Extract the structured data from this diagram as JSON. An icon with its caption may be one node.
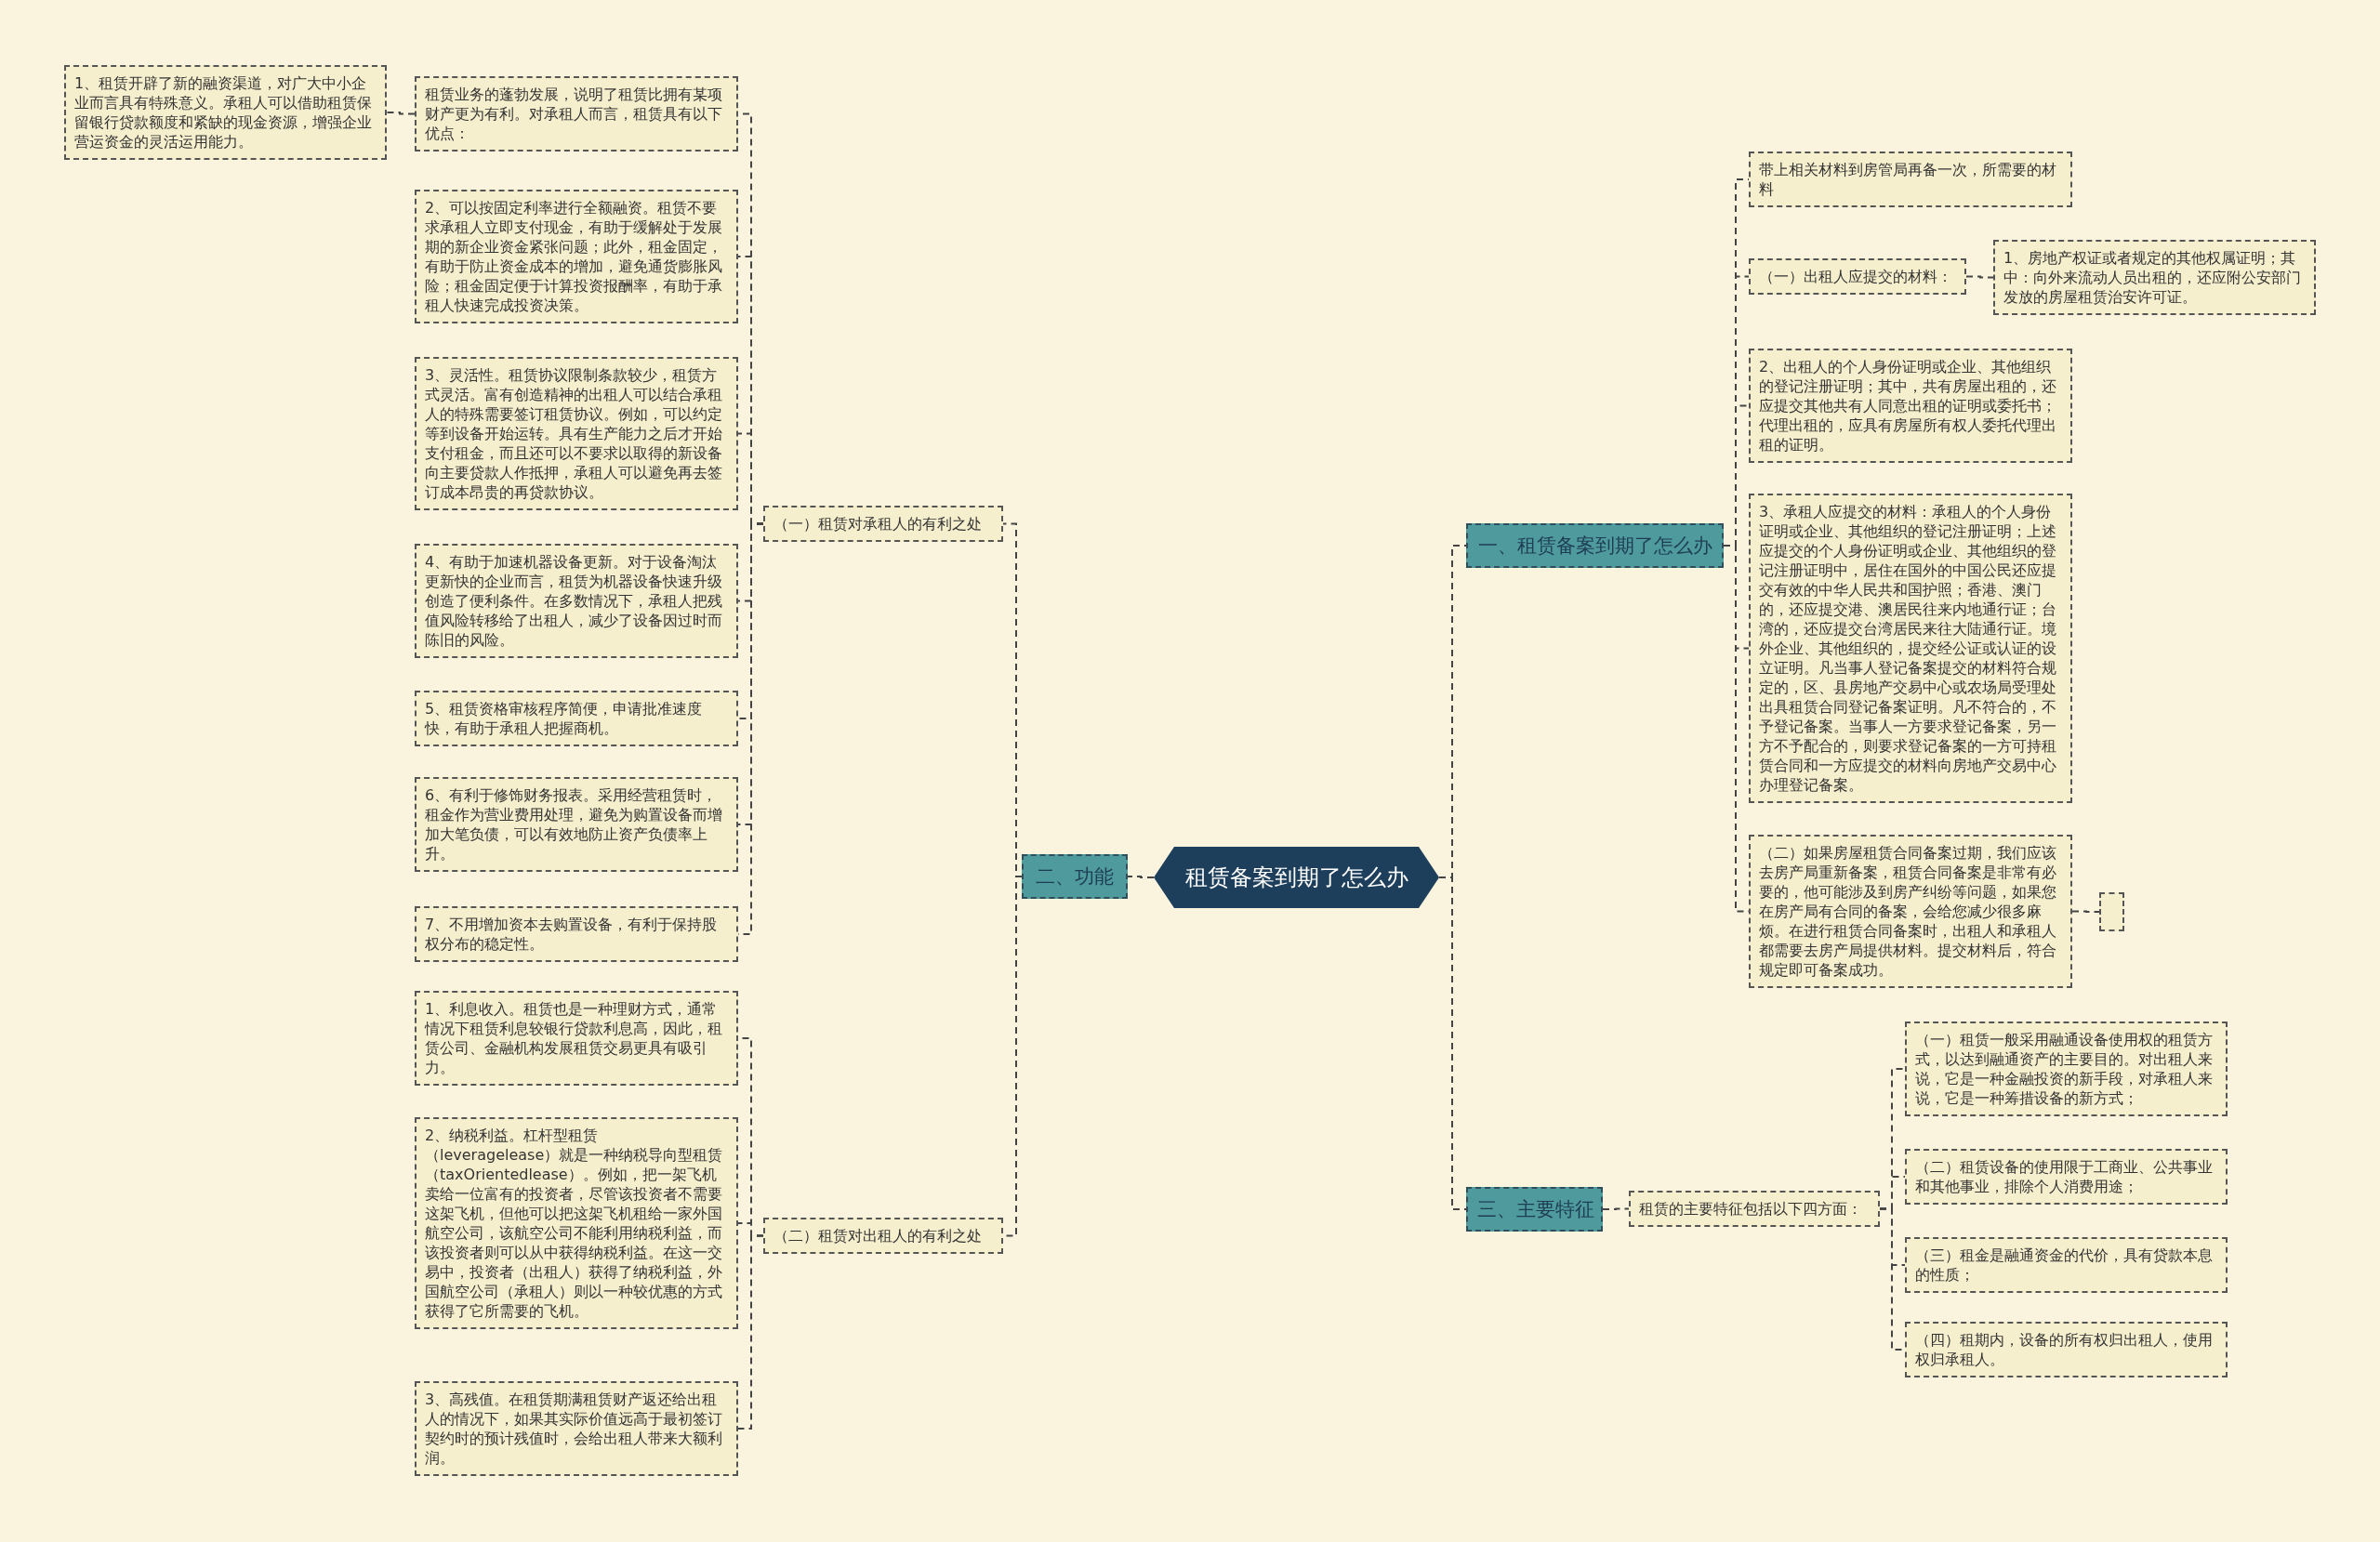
{
  "diagram": {
    "nodes": [
      {
        "text": [
          "租赁备案到期了怎么办"
        ]
      },
      {
        "text": [
          "一、租赁备案到期了怎么办"
        ]
      },
      {
        "text": [
          "带上相关材料到房管局再备一次，所需要的材料"
        ]
      },
      {
        "text": [
          "（一）出租人应提交的材料："
        ]
      },
      {
        "text": [
          "1、房地产权证或者规定的其他权属证明；其中：向外来流动人员出租的，还应附公安部门发放的房屋租赁治安许可证。"
        ]
      },
      {
        "text": [
          "2、出租人的个人身份证明或企业、其他组织的登记注册证明；其中，共有房屋出租的，还应提交其他共有人同意出租的证明或委托书；代理出租的，应具有房屋所有权人委托代理出租的证明。"
        ]
      },
      {
        "text": [
          "3、承租人应提交的材料：承租人的个人身份证明或企业、其他组织的登记注册证明；上述应提交的个人身份证明或企业、其他组织的登记注册证明中，居住在国外的中国公民还应提交有效的中华人民共和国护照；香港、澳门的，还应提交港、澳居民往来内地通行证；台湾的，还应提交台湾居民来往大陆通行证。境外企业、其他组织的，提交经公证或认证的设立证明。凡当事人登记备案提交的材料符合规定的，区、县房地产交易中心或农场局受理处出具租赁合同登记备案证明。凡不符合的，不予登记备案。当事人一方要求登记备案，另一方不予配合的，则要求登记备案的一方可持租赁合同和一方应提交的材料向房地产交易中心办理登记备案。"
        ]
      },
      {
        "text": [
          "（二）如果房屋租赁合同备案过期，我们应该去房产局重新备案，租赁合同备案是非常有必要的，他可能涉及到房产纠纷等问题，如果您在房产局有合同的备案，会给您减少很多麻烦。在进行租赁合同备案时，出租人和承租人都需要去房产局提供材料。提交材料后，符合规定即可备案成功。"
        ]
      },
      {
        "text": [],
        "shape": "box"
      },
      {
        "text": [
          "三、主要特征"
        ]
      },
      {
        "text": [
          "租赁的主要特征包括以下四方面："
        ]
      },
      {
        "text": [
          "（一）租赁一般采用融通设备使用权的租赁方式，以达到融通资产的主要目的。对出租人来说，它是一种金融投资的新手段，对承租人来说，它是一种筹措设备的新方式；"
        ]
      },
      {
        "text": [
          "（二）租赁设备的使用限于工商业、公共事业和其他事业，排除个人消费用途；"
        ]
      },
      {
        "text": [
          "（三）租金是融通资金的代价，具有贷款本息的性质；"
        ]
      },
      {
        "text": [
          "（四）租期内，设备的所有权归出租人，使用权归承租人。"
        ]
      },
      {
        "text": [
          "二、功能"
        ]
      },
      {
        "text": [
          "（一）租赁对承租人的有利之处"
        ]
      },
      {
        "text": [
          "租赁业务的蓬勃发展，说明了租赁比拥有某项财产更为有利。对承租人而言，租赁具有以下优点："
        ]
      },
      {
        "text": [
          "1、租赁开辟了新的融资渠道，对广大中小企业而言具有特殊意义。承租人可以借助租赁保留银行贷款额度和紧缺的现金资源，增强企业营运资金的灵活运用能力。"
        ]
      },
      {
        "text": [
          "2、可以按固定利率进行全额融资。租赁不要求承租人立即支付现金，有助于缓解处于发展期的新企业资金紧张问题；此外，租金固定，有助于防止资金成本的增加，避免通货膨胀风险；租金固定便于计算投资报酬率，有助于承租人快速完成投资决策。"
        ]
      },
      {
        "text": [
          "3、灵活性。租赁协议限制条款较少，租赁方式灵活。富有创造精神的出租人可以结合承租人的特殊需要签订租赁协议。例如，可以约定等到设备开始运转。具有生产能力之后才开始支付租金，而且还可以不要求以取得的新设备向主要贷款人作抵押，承租人可以避免再去签订成本昂贵的再贷款协议。"
        ]
      },
      {
        "text": [
          "4、有助于加速机器设备更新。对于设备淘汰更新快的企业而言，租赁为机器设备快速升级创造了便利条件。在多数情况下，承租人把残值风险转移给了出租人，减少了设备因过时而陈旧的风险。"
        ]
      },
      {
        "text": [
          "5、租赁资格审核程序简便，申请批准速度快，有助于承租人把握商机。"
        ]
      },
      {
        "text": [
          "6、有利于修饰财务报表。采用经营租赁时，租金作为营业费用处理，避免为购置设备而增加大笔负债，可以有效地防止资产负债率上升。"
        ]
      },
      {
        "text": [
          "7、不用增加资本去购置设备，有利于保持股权分布的稳定性。"
        ]
      },
      {
        "text": [
          "（二）租赁对出租人的有利之处"
        ]
      },
      {
        "text": [
          "1、利息收入。租赁也是一种理财方式，通常情况下租赁利息较银行贷款利息高，因此，租赁公司、金融机构发展租赁交易更具有吸引力。"
        ]
      },
      {
        "text": [
          "2、纳税利益。杠杆型租赁（leveragelease）就是一种纳税导向型租赁（taxOrientedlease）。例如，把一架飞机卖给一位富有的投资者，尽管该投资者不需要这架飞机，但他可以把这架飞机租给一家外国航空公司，该航空公司不能利用纳税利益，而该投资者则可以从中获得纳税利益。在这一交易中，投资者（出租人）获得了纳税利益，外国航空公司（承租人）则以一种较优惠的方式获得了它所需要的飞机。"
        ]
      },
      {
        "text": [
          "3、高残值。在租赁期满租赁财产返还给出租人的情况下，如果其实际价值远高于最初签订契约时的预计残值时，会给出租人带来大额利润。"
        ]
      }
    ],
    "edges": [
      {
        "from": 0,
        "to": 1,
        "arrow": "none"
      },
      {
        "from": 1,
        "to": 2,
        "arrow": "none"
      },
      {
        "from": 1,
        "to": 3,
        "arrow": "none"
      },
      {
        "from": 3,
        "to": 4,
        "arrow": "none"
      },
      {
        "from": 1,
        "to": 5,
        "arrow": "none"
      },
      {
        "from": 1,
        "to": 6,
        "arrow": "none"
      },
      {
        "from": 1,
        "to": 7,
        "arrow": "none"
      },
      {
        "from": 7,
        "to": 8,
        "arrow": "none"
      },
      {
        "from": 0,
        "to": 9,
        "arrow": "none"
      },
      {
        "from": 9,
        "to": 10,
        "arrow": "none"
      },
      {
        "from": 10,
        "to": 11,
        "arrow": "none"
      },
      {
        "from": 10,
        "to": 12,
        "arrow": "none"
      },
      {
        "from": 10,
        "to": 13,
        "arrow": "none"
      },
      {
        "from": 10,
        "to": 14,
        "arrow": "none"
      },
      {
        "from": 0,
        "to": 15,
        "arrow": "none"
      },
      {
        "from": 15,
        "to": 16,
        "arrow": "none"
      },
      {
        "from": 16,
        "to": 17,
        "arrow": "none"
      },
      {
        "from": 17,
        "to": 18,
        "arrow": "none"
      },
      {
        "from": 16,
        "to": 19,
        "arrow": "none"
      },
      {
        "from": 16,
        "to": 20,
        "arrow": "none"
      },
      {
        "from": 16,
        "to": 21,
        "arrow": "none"
      },
      {
        "from": 16,
        "to": 22,
        "arrow": "none"
      },
      {
        "from": 16,
        "to": 23,
        "arrow": "none"
      },
      {
        "from": 16,
        "to": 24,
        "arrow": "none"
      },
      {
        "from": 15,
        "to": 25,
        "arrow": "none"
      },
      {
        "from": 25,
        "to": 26,
        "arrow": "none"
      },
      {
        "from": 25,
        "to": 27,
        "arrow": "none"
      },
      {
        "from": 25,
        "to": 28,
        "arrow": "none"
      }
    ]
  }
}
